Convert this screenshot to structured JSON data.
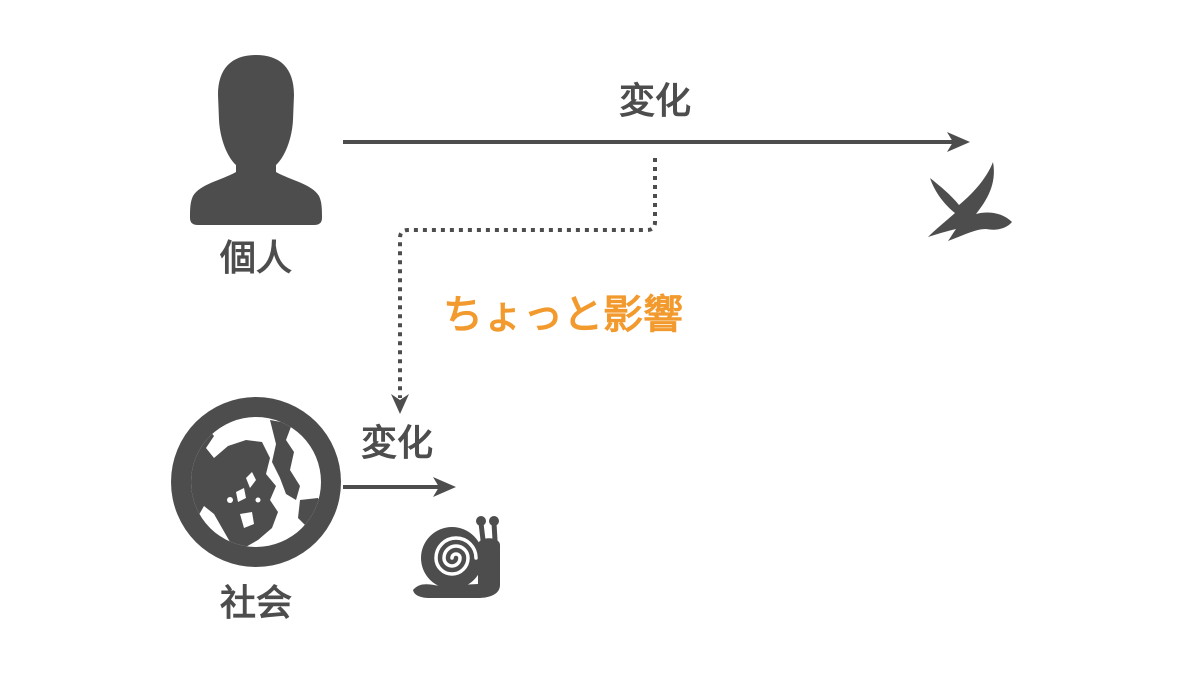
{
  "diagram": {
    "individual": {
      "label": "個人",
      "icon": "person-icon"
    },
    "society": {
      "label": "社会",
      "icon": "globe-icon"
    },
    "individual_change": {
      "label": "変化",
      "icon": "swallow-icon"
    },
    "society_change": {
      "label": "変化",
      "icon": "snail-icon"
    },
    "influence": {
      "label": "ちょっと影響",
      "style": "dotted-arrow"
    }
  },
  "colors": {
    "ink": "#4d4d4d",
    "accent": "#f29a2e",
    "background": "#ffffff"
  }
}
